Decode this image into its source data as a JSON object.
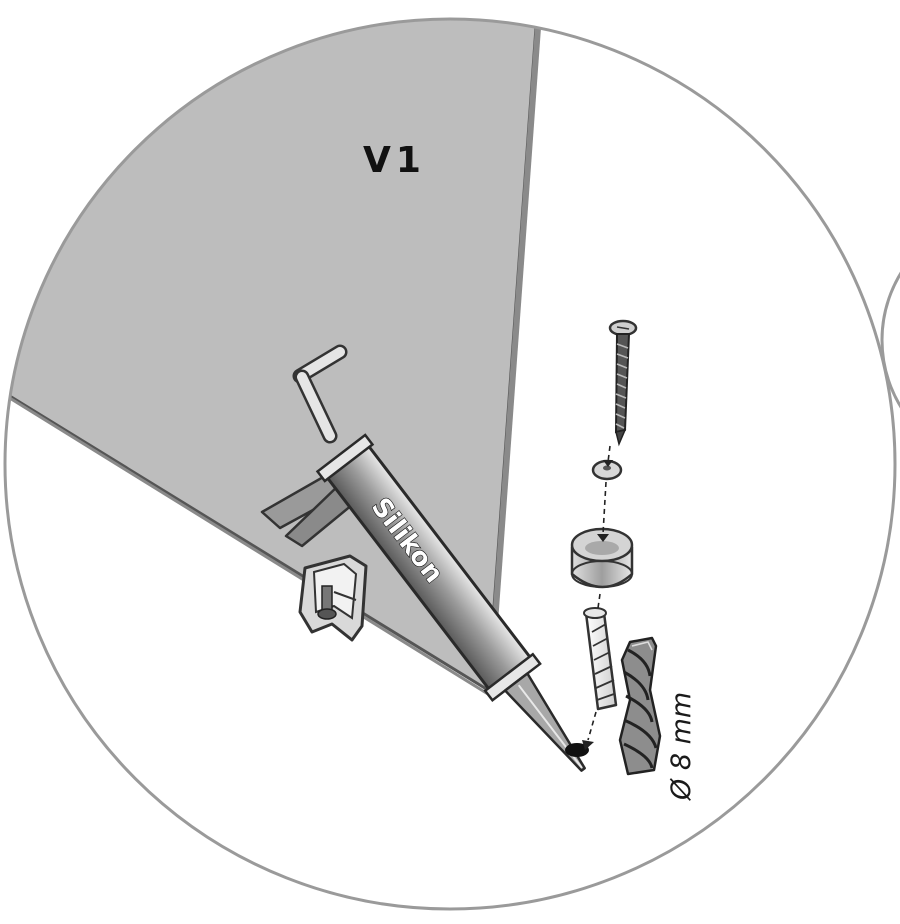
{
  "labels": {
    "panel": "V1",
    "cartridge": "Silikon",
    "drill_size": "Ø 8 mm"
  },
  "colors": {
    "outline": "#9a9a9a",
    "panel_fill": "#bdbdbd",
    "ink": "#1a1a1a"
  },
  "icons": [
    "detail-circle",
    "glass-panel",
    "hex-key",
    "silicone-cartridge",
    "panel-clamp",
    "screw",
    "washer",
    "rubber-cap",
    "wall-plug",
    "drill-bit",
    "drill-hole"
  ]
}
